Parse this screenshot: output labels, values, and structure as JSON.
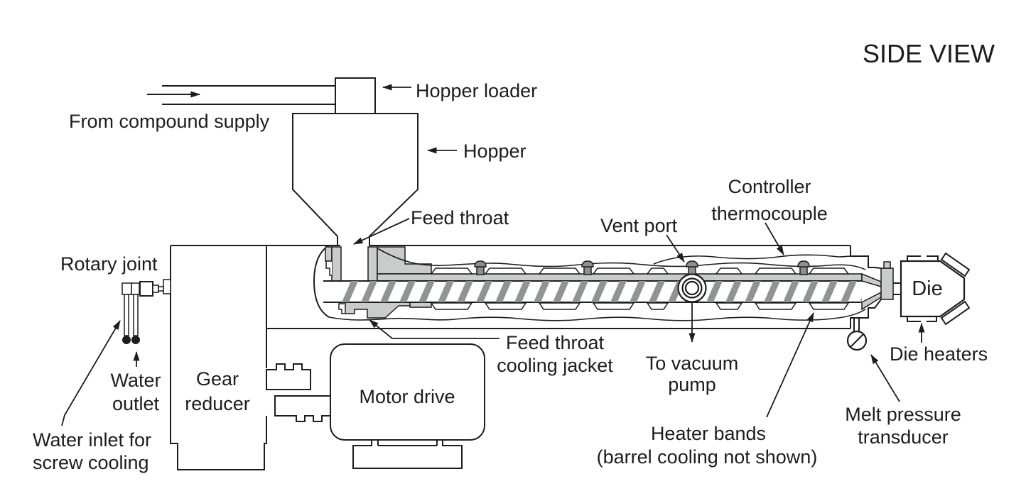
{
  "title": "SIDE VIEW",
  "colors": {
    "line": "#1d1d1d",
    "shade_gray": "#c8cccb",
    "stripe_gray": "#8e9594",
    "pin_gray": "#8a9190",
    "background": "#ffffff"
  },
  "labels": {
    "hopper_loader": "Hopper loader",
    "from_compound_supply": "From compound supply",
    "hopper": "Hopper",
    "feed_throat": "Feed throat",
    "rotary_joint": "Rotary joint",
    "water_outlet": {
      "lines": [
        "Water",
        "outlet"
      ]
    },
    "gear_reducer": {
      "lines": [
        "Gear",
        "reducer"
      ]
    },
    "water_inlet": {
      "lines": [
        "Water inlet for",
        "screw cooling"
      ]
    },
    "motor_drive": "Motor drive",
    "feed_throat_cooling_jacket": {
      "lines": [
        "Feed throat",
        "cooling jacket"
      ]
    },
    "to_vacuum_pump": {
      "lines": [
        "To vacuum",
        "pump"
      ]
    },
    "vent_port": "Vent port",
    "controller_thermocouple": {
      "lines": [
        "Controller",
        "thermocouple"
      ]
    },
    "heater_bands": {
      "lines": [
        "Heater bands",
        "(barrel cooling not shown)"
      ]
    },
    "die": "Die",
    "die_heaters": "Die heaters",
    "melt_pressure_transducer": {
      "lines": [
        "Melt pressure",
        "transducer"
      ]
    }
  }
}
